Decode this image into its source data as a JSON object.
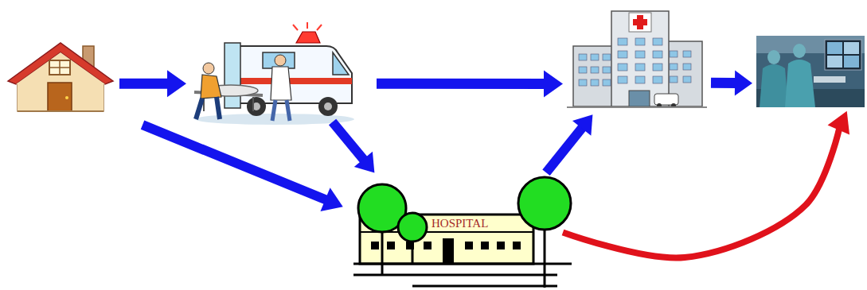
{
  "diagram": {
    "nodes": [
      {
        "text": []
      },
      {
        "text": []
      },
      {
        "text": []
      },
      {
        "text": []
      },
      {
        "text": [
          "HOSPITAL"
        ]
      }
    ],
    "edges": [
      {
        "from": 0,
        "to": 1,
        "arrow": "to"
      },
      {
        "from": 1,
        "to": 2,
        "arrow": "to"
      },
      {
        "from": 2,
        "to": 3,
        "arrow": "to"
      },
      {
        "from": 0,
        "to": 4,
        "arrow": "to"
      },
      {
        "from": 1,
        "to": 4,
        "arrow": "to"
      },
      {
        "from": 4,
        "to": 2,
        "arrow": "to"
      },
      {
        "from": 4,
        "to": 3,
        "arrow": "to"
      }
    ]
  }
}
